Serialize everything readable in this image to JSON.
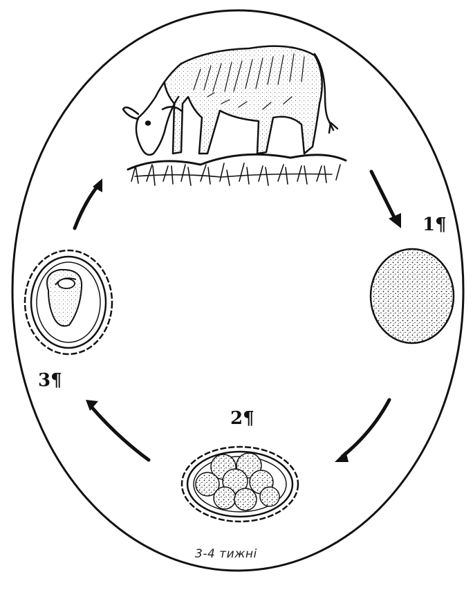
{
  "stages": {
    "stage1_label": "1¶",
    "stage2_label": "2¶",
    "stage3_label": "3¶"
  },
  "duration_label": "3-4 тижні",
  "icons": {
    "host": "cow-icon",
    "stage1": "egg-undeveloped-icon",
    "stage2": "egg-dividing-icon",
    "stage3": "egg-larva-icon",
    "arrows": "cycle-arrow-icon"
  },
  "colors": {
    "ink": "#111111",
    "background": "#ffffff"
  }
}
